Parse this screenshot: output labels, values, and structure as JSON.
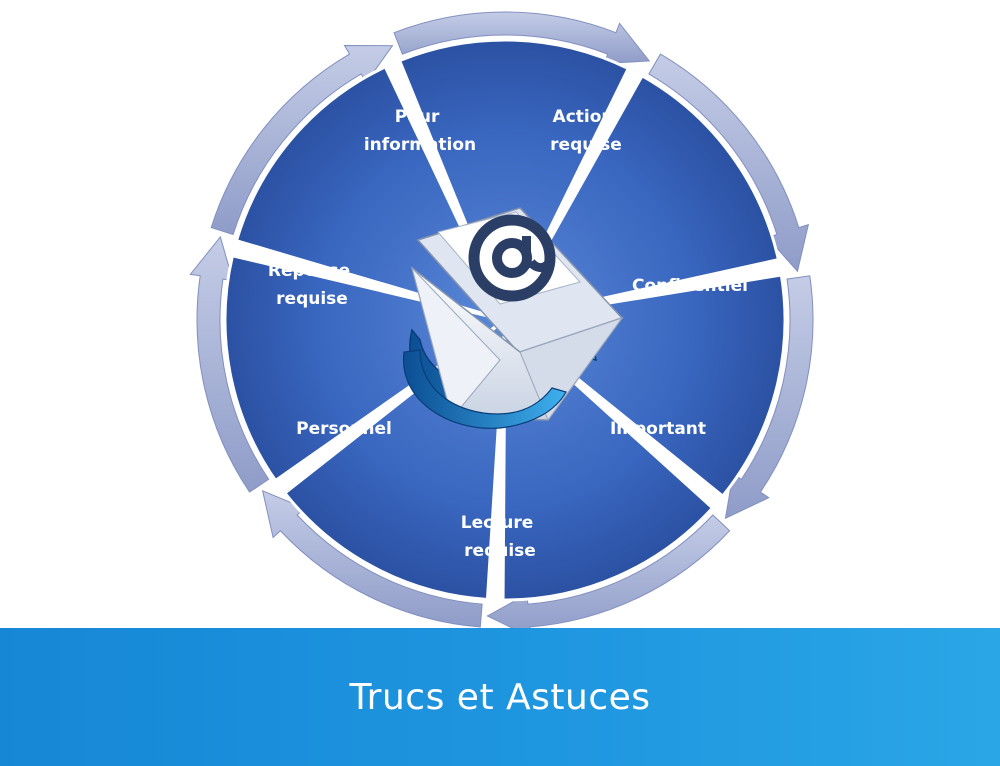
{
  "diagram": {
    "segments": [
      {
        "line1": "Pour",
        "line2": "information"
      },
      {
        "line1": "Action",
        "line2": "requise"
      },
      {
        "line1": "Confidentiel",
        "line2": ""
      },
      {
        "line1": "Important",
        "line2": ""
      },
      {
        "line1": "Lecture",
        "line2": "requise"
      },
      {
        "line1": "Personnel",
        "line2": ""
      },
      {
        "line1": "Réponse",
        "line2": "requise"
      }
    ],
    "center_icon": "email-envelope-at-icon"
  },
  "banner": {
    "title": "Trucs et Astuces"
  },
  "colors": {
    "segment_dark": "#2c58b0",
    "segment_light": "#4f7fd4",
    "ring": "#a9b4d8",
    "banner": "#1f96e0",
    "text": "#ffffff"
  }
}
